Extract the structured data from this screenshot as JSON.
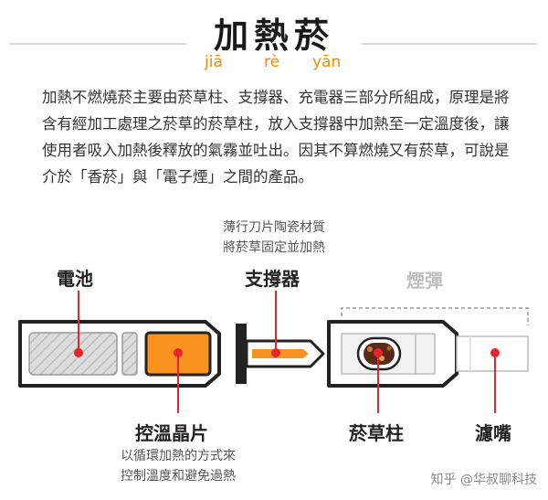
{
  "title": "加熱菸",
  "pinyin": [
    "jiā",
    "rè",
    "yān"
  ],
  "intro": "加熱不燃燒菸主要由菸草柱、支撐器、充電器三部分所組成，原理是將含有經加工處理之菸草的菸草柱，放入支撐器中加熱至一定溫度後，讓使用者吸入加熱後釋放的氣霧並吐出。因其不算燃燒又有菸草，可說是介於「香菸」與「電子煙」之間的產品。",
  "parts": {
    "battery": "電池",
    "holder": "支撐器",
    "cartridge": "煙彈",
    "chip": "控溫晶片",
    "tobacco": "菸草柱",
    "filter": "濾嘴"
  },
  "notes": {
    "blade": [
      "薄行刀片陶瓷材質",
      "將菸草固定並加熱"
    ],
    "chip": [
      "以循環加熱的方式來",
      "控制溫度和避免過熱"
    ]
  },
  "colors": {
    "accent": "#f7931e",
    "marker": "#e8232a",
    "outline": "#222222"
  },
  "watermark": "知乎 @华叔聊科技"
}
